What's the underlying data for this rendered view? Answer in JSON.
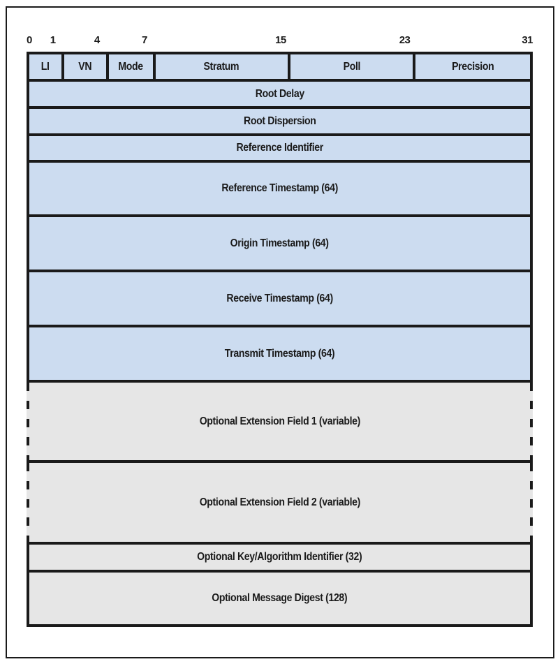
{
  "colors": {
    "field_fill_blue": "#ccdcf0",
    "optional_fill_gray": "#e6e6e6",
    "border_black": "#1a1a1a",
    "background": "#ffffff"
  },
  "diagram": {
    "bit_labels": [
      "0",
      "1",
      "4",
      "7",
      "15",
      "23",
      "31"
    ],
    "header_fields": [
      "LI",
      "VN",
      "Mode",
      "Stratum",
      "Poll",
      "Precision"
    ],
    "rows": [
      "Root Delay",
      "Root Dispersion",
      "Reference Identifier",
      "Reference Timestamp (64)",
      "Origin Timestamp (64)",
      "Receive Timestamp (64)",
      "Transmit Timestamp (64)",
      "Optional Extension Field 1 (variable)",
      "Optional Extension Field 2 (variable)",
      "Optional Key/Algorithm Identifier (32)",
      "Optional Message Digest (128)"
    ]
  }
}
